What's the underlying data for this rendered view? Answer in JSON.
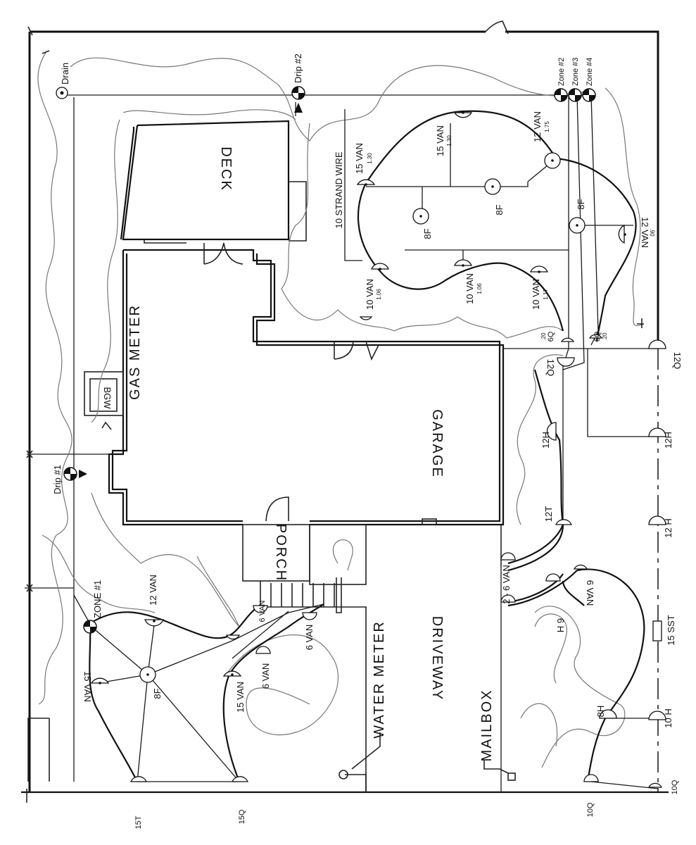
{
  "areas": {
    "deck": "DECK",
    "gas_meter": "GAS METER",
    "bgw": "BGW",
    "garage": "GARAGE",
    "porch": "PORCH",
    "water_meter": "WATER METER",
    "driveway": "DRIVEWAY",
    "mailbox": "MAILBOX",
    "wire": "10 STRAND WIRE"
  },
  "valves": {
    "drain": "Drain",
    "drip2": "Drip #2",
    "drip1": "Drip #1",
    "zone1": "ZONE #1",
    "zone2": "Zone #2",
    "zone3": "Zone #3",
    "zone4": "Zone #4"
  },
  "heads": {
    "h_15van_top": "15 VAN",
    "h_15van_top_flow": "1.30",
    "h_15van_top2": "15 VAN",
    "h_15van_top2_flow": "1.30",
    "h_12van_top": "12 VAN",
    "h_12van_top_flow": "1.75",
    "h_8f_top": "8F",
    "h_8f_mid": "8F",
    "h_8f_right": "8F",
    "h_12van_right": "12 VAN",
    "h_12van_right_flow": ".90",
    "h_10van_a": "10 VAN",
    "h_10van_a_flow": "1.06",
    "h_10van_b": "10 VAN",
    "h_10van_b_flow": "1.06",
    "h_10van_c": "10 VAN",
    "h_10van_c_flow": "1.17",
    "h_6q_a": "6Q",
    "h_6q_a_flow": ".20",
    "h_6q_b": "6Q",
    "h_6q_b_flow": ".20",
    "h_12q_a": "12Q",
    "h_12q_b": "12Q",
    "h_12h_a": "12H",
    "h_12h_b": "12H",
    "h_12h_c": "12 H",
    "h_12t": "12T",
    "h_2_6van": "2 - 6 VAN",
    "h_6h": "6 H",
    "h_6van_a": "6 VAN",
    "h_15sst": "15 SST",
    "h_8h": "8H",
    "h_10h": "10 H",
    "h_10q_a": "10Q",
    "h_10q_b": "10Q",
    "h_15van_l": "15 VAN",
    "h_8f_l": "8F",
    "h_12van_l": "12 VAN",
    "h_6van_l": "6 VAN",
    "h_15van_m": "15 VAN",
    "h_6van_m": "6 VAN",
    "h_6van_n": "6 VAN",
    "h_15t": "15T",
    "h_15q": "15Q"
  }
}
